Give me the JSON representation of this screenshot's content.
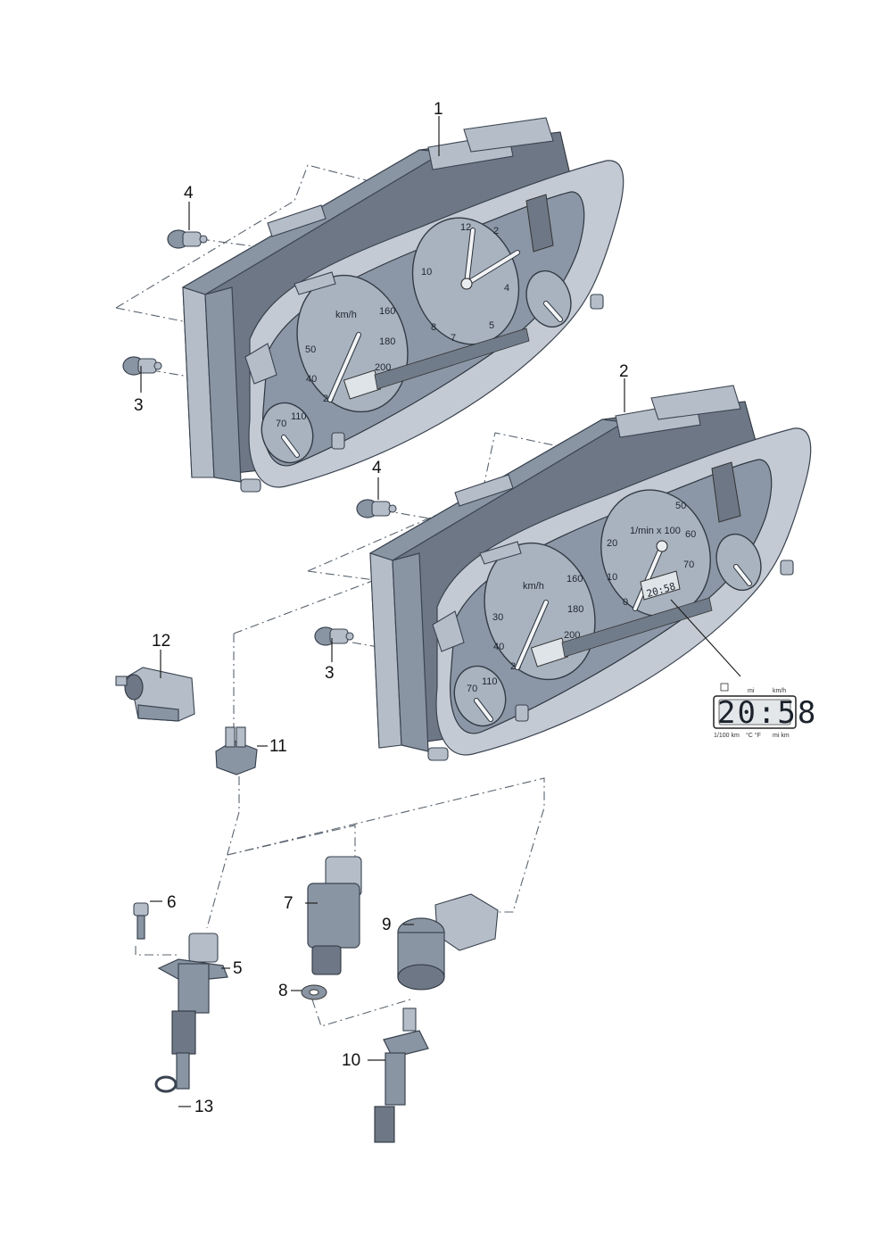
{
  "diagram": {
    "callouts": [
      {
        "id": "1",
        "text": "1"
      },
      {
        "id": "2",
        "text": "2"
      },
      {
        "id": "3a",
        "text": "3"
      },
      {
        "id": "3b",
        "text": "3"
      },
      {
        "id": "4a",
        "text": "4"
      },
      {
        "id": "4b",
        "text": "4"
      },
      {
        "id": "5",
        "text": "5"
      },
      {
        "id": "6",
        "text": "6"
      },
      {
        "id": "7",
        "text": "7"
      },
      {
        "id": "8",
        "text": "8"
      },
      {
        "id": "9",
        "text": "9"
      },
      {
        "id": "10",
        "text": "10"
      },
      {
        "id": "11",
        "text": "11"
      },
      {
        "id": "12",
        "text": "12"
      },
      {
        "id": "13",
        "text": "13"
      }
    ],
    "cluster1": {
      "speedo_unit": "km/h",
      "speedo_ticks": [
        "50",
        "40",
        "160",
        "180",
        "200",
        "20"
      ],
      "clock_ticks": [
        "12",
        "2",
        "4",
        "5",
        "7",
        "8",
        "10"
      ],
      "temp_ticks": [
        "70",
        "110"
      ]
    },
    "cluster2": {
      "speedo_unit": "km/h",
      "speedo_ticks": [
        "30",
        "40",
        "160",
        "180",
        "200",
        "20"
      ],
      "tacho_unit": "1/min x 100",
      "tacho_ticks": [
        "20",
        "50",
        "60",
        "70",
        "10",
        "0"
      ],
      "temp_ticks": [
        "70",
        "110"
      ],
      "lcd_value": "20:58"
    },
    "lcd_detail": {
      "value": "20:58",
      "top_labels": [
        "mi",
        "km/h"
      ],
      "bottom_labels": [
        "1/100 km",
        "°C  °F",
        "mi  km"
      ]
    },
    "colors": {
      "metal": "#8a95a3",
      "face": "#8b97a6",
      "line": "#3a4350"
    }
  }
}
